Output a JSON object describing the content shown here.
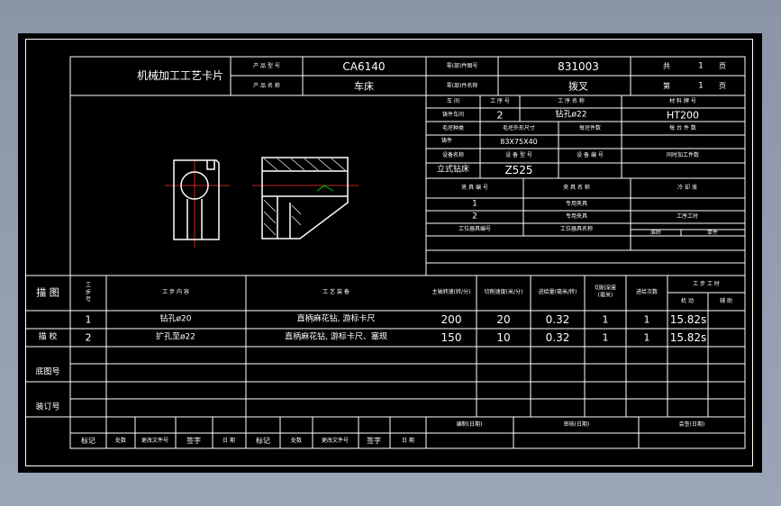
{
  "header": {
    "card_title": "机械加工工艺卡片",
    "product_model_label": "产 品 型 号",
    "product_model": "CA6140",
    "product_name_label": "产 品 名 称",
    "product_name": "车床",
    "part_drawing_label": "零(部)件图号",
    "part_drawing": "831003",
    "part_name_label": "零(部)件名称",
    "part_name": "拨叉",
    "total_label_1": "共",
    "total_count": "1",
    "total_label_2": "页",
    "page_label_1": "第",
    "page_num": "1",
    "page_label_2": "页"
  },
  "info": {
    "workshop_label": "车 间",
    "operation_no_label": "工 序 号",
    "operation_name_label": "工 序 名 称",
    "material_label": "材 料 牌 号",
    "workshop_value": "铸件车间",
    "operation_no": "2",
    "operation_name": "钻孔ø22",
    "material": "HT200",
    "blank_type_label": "毛坯种类",
    "blank_size_label": "毛坯外形尺寸",
    "blank_parts_label": "每坯件数",
    "per_unit_label": "每 台 件 数",
    "blank_type": "铸件",
    "blank_size": "83X75X40",
    "equipment_name_label": "设备名称",
    "equipment_model_label": "设 备 型 号",
    "equipment_no_label": "设 备 编 号",
    "concurrent_label": "同时加工件数",
    "equipment_name": "立式钻床",
    "equipment_model": "Z525"
  },
  "fixtures": {
    "no_label": "夹 具 编 号",
    "name_label": "夹 具 名 称",
    "coolant_label": "冷 却 液",
    "rows": [
      {
        "no": "1",
        "name": "专用夹具"
      },
      {
        "no": "2",
        "name": "专用夹具"
      }
    ],
    "station_no_label": "工位器具编号",
    "station_name_label": "工位器具名称",
    "time_label": "工序工时",
    "prep_label": "准终",
    "unit_label": "单件"
  },
  "table": {
    "desc_label": "描 图",
    "step_label": "工步号",
    "content_label": "工 步 内 容",
    "equipment_label": "工 艺 装 备",
    "speed_label": "主轴转速(转/分)",
    "cut_speed_label": "切削速度(米/分)",
    "feed_label": "进给量(毫米/转)",
    "depth_label": "切削深度(毫米)",
    "passes_label": "进给次数",
    "hours_label": "工 步 工 时",
    "machine_label": "机 动",
    "aux_label": "辅 助",
    "rows": [
      {
        "step": "1",
        "content": "钻孔ø20",
        "equipment": "直柄麻花钻, 游标卡尺",
        "speed": "200",
        "cut_speed": "20",
        "feed": "0.32",
        "depth": "1",
        "passes": "1",
        "time": "15.82s"
      },
      {
        "step": "2",
        "content": "扩孔至ø22",
        "equipment": "直柄麻花钻, 游标卡尺、塞规",
        "speed": "150",
        "cut_speed": "10",
        "feed": "0.32",
        "depth": "1",
        "passes": "1",
        "time": "15.82s"
      }
    ],
    "trace_label": "描 校",
    "base_drawing_label": "底图号",
    "binding_label": "装订号"
  },
  "footer": {
    "compile_label": "编制(日期)",
    "review_label": "审核(日期)",
    "sign_label": "会签(日期)",
    "mark_label": "标记",
    "place_label": "处数",
    "change_doc_label": "更改文件号",
    "signature_label": "签字",
    "date_label": "日 期"
  },
  "colors": {
    "background": "#000000",
    "lines": "#ffffff",
    "centerline": "#ff3030",
    "dimension": "#00cc00"
  }
}
